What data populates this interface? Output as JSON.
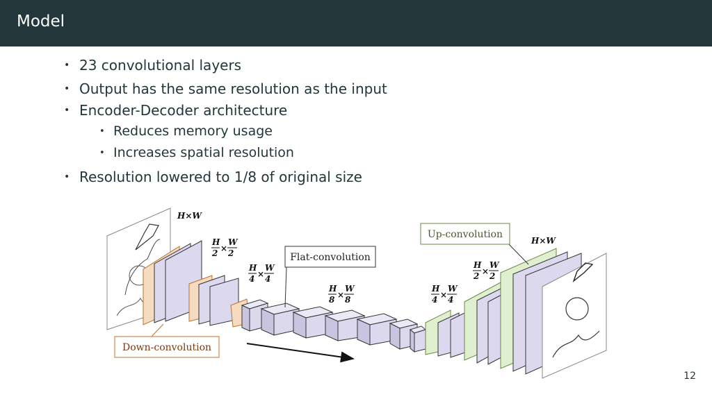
{
  "slide": {
    "title": "Model",
    "page_number": "12"
  },
  "bullets": {
    "b1": "23 convolutional layers",
    "b2": "Output has the same resolution as the input",
    "b3": "Encoder-Decoder architecture",
    "b3a": "Reduces memory usage",
    "b3b": "Increases spatial resolution",
    "b4": "Resolution lowered to 1/8 of original size"
  },
  "diagram": {
    "down_label": "Down-convolution",
    "flat_label": "Flat-convolution",
    "up_label": "Up-convolution",
    "size_in": "H×W",
    "size_out": "H×W",
    "half_num_h": "H",
    "half_num_w": "W",
    "half_den": "2",
    "quarter_num_h": "H",
    "quarter_num_w": "W",
    "quarter_den": "4",
    "eighth_num_h": "H",
    "eighth_num_w": "W",
    "eighth_den": "8",
    "quarter2_num_h": "H",
    "quarter2_num_w": "W",
    "quarter2_den": "4",
    "half2_num_h": "H",
    "half2_num_w": "W",
    "half2_den": "2",
    "colors": {
      "down": "#f5dcc0",
      "down_edge": "#c07030",
      "flat": "#dcd8ee",
      "up": "#dfefcf",
      "up_edge": "#6a8a40",
      "box_edge": "#333333"
    }
  }
}
